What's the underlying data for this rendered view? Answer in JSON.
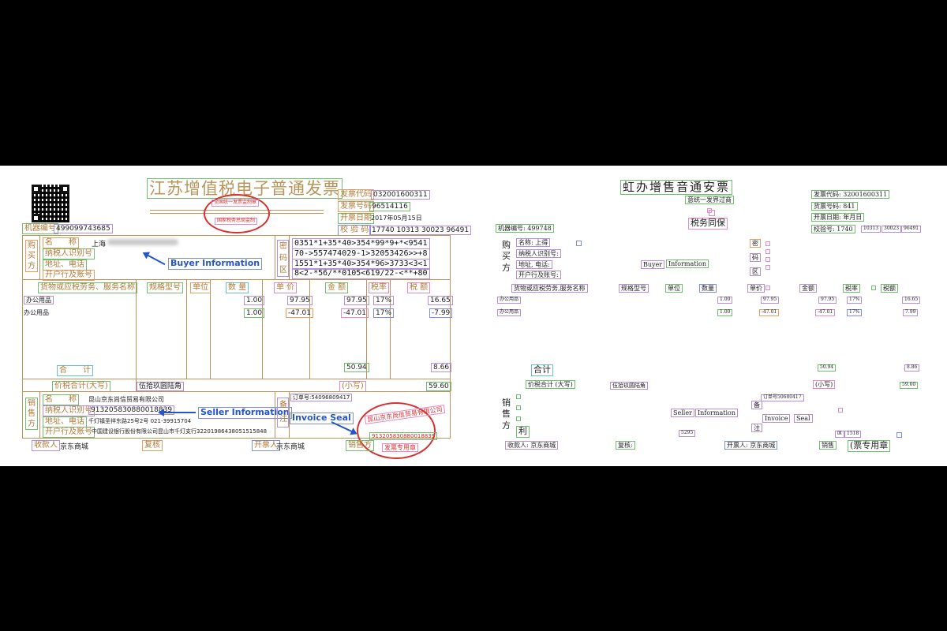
{
  "left": {
    "title": "江苏增值税电子普通发票",
    "machine_no_label": "机器编号",
    "machine_no": "499099743685",
    "invoice_code_label": "发票代码",
    "invoice_code": "032001600311",
    "invoice_no_label": "发票号码",
    "invoice_no": "96514116",
    "issue_date_label": "开票日期",
    "issue_date": "2017年05月15日",
    "check_code_label": "校 验 码",
    "check_code": "17740 10313 30023 96491",
    "buyer_side": "购买方",
    "buyer_name_label": "名　　称",
    "buyer_name": "上海",
    "buyer_taxid_label": "纳税人识别号",
    "buyer_addr_label": "地址、电话",
    "buyer_bank_label": "开户行及账号",
    "cipher_side": "密码区",
    "cipher_lines": [
      "0351*1+35*40>354*99*9+*<9541",
      "70->557474029-1>32053426>>+8",
      "1551*1+35*40>354*96>3733<3<1",
      "8<2-*56/**0105<619/22-<**+80"
    ],
    "col_goods": "货物或应税劳务、服务名称",
    "col_spec": "规格型号",
    "col_unit": "单位",
    "col_qty": "数 量",
    "col_price": "单 价",
    "col_amount": "金 额",
    "col_rate": "税率",
    "col_tax": "税 额",
    "rows": [
      {
        "name": "办公用品",
        "qty": "1.00",
        "price": "97.95",
        "amount": "97.95",
        "rate": "17%",
        "tax": "16.65"
      },
      {
        "name": "办公用品",
        "qty": "1.00",
        "price": "-47.01",
        "amount": "-47.01",
        "rate": "17%",
        "tax": "-7.99"
      }
    ],
    "total_label": "合　　计",
    "total_amount": "50.94",
    "total_tax": "8.66",
    "grand_label": "价税合计(大写)",
    "grand_words": "伍拾玖圆陆角",
    "grand_small_label": "(小写)",
    "grand_small": "59.60",
    "seller_side": "销售方",
    "seller_name_label": "名　　称",
    "seller_name": "昆山京东尚信贸易有限公司",
    "seller_taxid_label": "纳税人识别号",
    "seller_taxid": "913205830880018839",
    "seller_addr_label": "地址、电话",
    "seller_addr": "千灯镇圣祥东路25号2号 021-39915704",
    "seller_bank_label": "开户行及账号",
    "seller_bank": "中国建设银行股份有限公司昆山市千灯支行32201986438051515848",
    "remark_side": "备注",
    "order_no": "订单号:54096809417",
    "payee_label": "收款人",
    "payee": "京东商城",
    "reviewer_label": "复核",
    "drawer_label": "开票人",
    "drawer": "京东商城",
    "seller_sign_label": "销售方",
    "seal_text_top": "全国统一发票监制章",
    "seal_text_bottom": "国家税务总局监制",
    "seller_seal_text": "昆山京东尚信贸易有限公司",
    "seller_seal_no": "913205830880018839",
    "seller_seal_bottom": "发票专用章",
    "annot_buyer": "Buyer Information",
    "annot_seller": "Seller Information",
    "annot_seal": "Invoice Seal"
  },
  "right": {
    "title": "虹办增售音通安票",
    "subtitle": "意统一发界过商",
    "stamp": "税务同保",
    "machine_no": "机器编号: 499748",
    "invoice_code": "发票代码: 32001600311",
    "invoice_no": "货票号码: 841",
    "issue_date": "开票日期: 年月日",
    "check_code": "校验号: 1740",
    "check_parts": [
      "10313",
      "30023",
      "96491"
    ],
    "buyer_side": "购买方",
    "buyer_name": "名称: 上得",
    "buyer_taxid": "纳税人识别号:",
    "buyer_addr": "地址, 电话:",
    "buyer_bank": "开户行及账号:",
    "cipher_chars": [
      "密",
      "码",
      "区"
    ],
    "annot_buyer_1": "Buyer",
    "annot_buyer_2": "Information",
    "col_goods": "货物或应税劳务,服务名称",
    "col_spec": "规格型号",
    "col_unit": "单位",
    "col_qty": "数量",
    "col_price": "单价",
    "col_amount": "金额",
    "col_rate": "税率",
    "col_tax": "税额",
    "rows": [
      {
        "name": "办公用品",
        "qty": "1.00",
        "price": "97.95",
        "amount": "97.95",
        "rate": "17%",
        "tax": "16.65"
      },
      {
        "name": "办公用品",
        "qty": "1.00",
        "price": "-47.01",
        "amount": "-47.01",
        "rate": "17%",
        "tax": "7.99"
      }
    ],
    "total_label": "合计",
    "total_amount": "50.94",
    "total_tax": "8.86",
    "grand_label": "价税合计 (大写)",
    "grand_words": "伍拾玖圆陆角",
    "grand_small_label": "(小写)",
    "grand_small": "59.60",
    "seller_side": "销售方",
    "seller_extra": "利",
    "order_no": "订单号50680417",
    "remark_1": "备",
    "remark_2": "注",
    "annot_seller_1": "Seller",
    "annot_seller_2": "Information",
    "annot_seal_1": "Invoice",
    "annot_seal_2": "Seal",
    "code_5295": "5295",
    "code_1518": "1518",
    "code_ji": "匡",
    "payee": "收款人: 京东商城",
    "reviewer": "复核:",
    "drawer": "开票人: 京东商城",
    "seller_sign": "销售",
    "seal_bottom": "(票专用章"
  }
}
